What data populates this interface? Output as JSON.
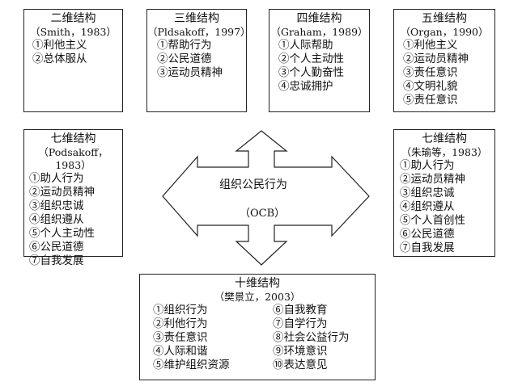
{
  "center": {
    "title": "组织公民行为",
    "abbr": "（OCB）"
  },
  "structures": [
    {
      "title": "二维结构",
      "source": "（Smith，1983）",
      "items": [
        "①利他主义",
        "②总体服从"
      ]
    },
    {
      "title": "三维结构",
      "source": "（Pldsakoff，1997）",
      "items": [
        "①帮助行为",
        "②公民道德",
        "③运动员精神"
      ]
    },
    {
      "title": "四维结构",
      "source": "（Graham，1989）",
      "items": [
        "①人际帮助",
        "②个人主动性",
        "③个人勤奋性",
        "④忠诚拥护"
      ]
    },
    {
      "title": "五维结构",
      "source": "（Organ，1990）",
      "items": [
        "①利他主义",
        "②运动员精神",
        "③责任意识",
        "④文明礼貌",
        "⑤责任意识"
      ]
    },
    {
      "title": "七维结构",
      "source": "（Podsakoff，1983）",
      "items": [
        "①助人行为",
        "②运动员精神",
        "③组织忠诚",
        "④组织遵从",
        "⑤个人主动性",
        "⑥公民道德",
        "⑦自我发展"
      ]
    },
    {
      "title": "七维结构",
      "source": "（朱瑜等，1983）",
      "items": [
        "①助人行为",
        "②运动员精神",
        "③组织忠诚",
        "④组织遵从",
        "⑤个人首创性",
        "⑥公民道德",
        "⑦自我发展"
      ]
    }
  ],
  "ten": {
    "title": "十维结构",
    "source": "（樊景立，2003）",
    "left": [
      "①组织行为",
      "②利他行为",
      "③责任意识",
      "④人际和谐",
      "⑤维护组织资源"
    ],
    "right": [
      "⑥自我教育",
      "⑦自学行为",
      "⑧社会公益行为",
      "⑨环境意识",
      "⑩表达意见"
    ]
  }
}
